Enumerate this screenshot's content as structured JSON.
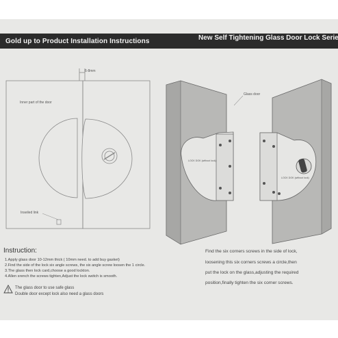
{
  "header": {
    "left_title": "Gold up to Product Installation Instructions",
    "right_title": "New Self Tightening Glass Door Lock Series"
  },
  "left_diagram": {
    "gap_label": "6-8mm",
    "door_label": "Inner part of the door",
    "link_label": "Inseiled link"
  },
  "right_diagram": {
    "glass_label": "Glass door",
    "lock_label_left": "LOCK DOK   (without lock)",
    "lock_label_right": "LOCK DOK   (without lock)"
  },
  "instructions": {
    "title": "Instruction:",
    "steps": [
      "1.Apply glass door 10-12mm thick  ( 10mm need. to add buy gasket)",
      "2.Find the side of the lock six angle screws, the six angle screw loosen the 1 circle.",
      "3.The glass then lock card,choose a good lockton.",
      "4.Allen srench the screws tighten,Adjust the lock switch is smooth."
    ],
    "warning_icon": "warning-triangle-icon",
    "warnings": [
      "The glass door to use safe glass",
      "Double door except lock also need a glass doors"
    ]
  },
  "right_instructions": {
    "lines": [
      "Find the six corners screws in the side of lock,",
      "loosening this six corners screws a circle,then",
      "put the lock on the glass,adjusting the required",
      "position,finally tighten the six corner screws."
    ]
  },
  "colors": {
    "header": "#2b2b2b",
    "paper": "#e8e8e6",
    "glass": "#b8b8b6",
    "line": "#777777"
  }
}
